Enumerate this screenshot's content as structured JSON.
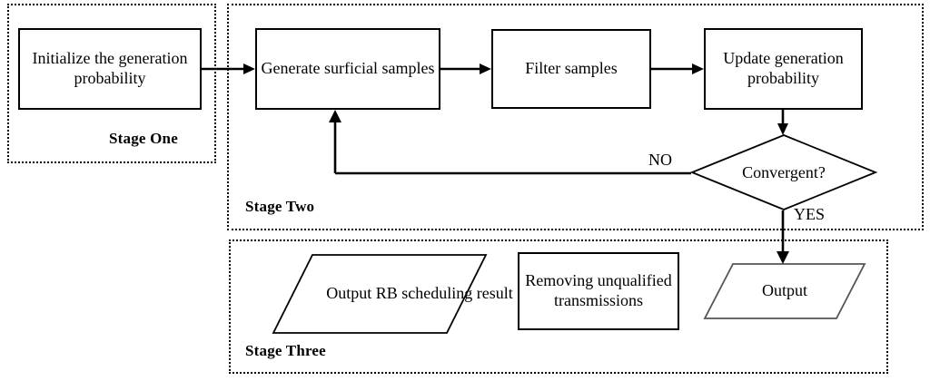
{
  "diagram": {
    "title": "Three-stage RB scheduling flowchart",
    "type": "flowchart",
    "background": "#ffffff",
    "line_color": "#000000"
  },
  "stages": [
    {
      "id": "stage-one",
      "label": "Stage One"
    },
    {
      "id": "stage-two",
      "label": "Stage Two"
    },
    {
      "id": "stage-three",
      "label": "Stage Three"
    }
  ],
  "nodes": {
    "initialize": {
      "label": "Initialize the generation probability",
      "shape": "process"
    },
    "generate": {
      "label": "Generate surficial samples",
      "shape": "process"
    },
    "filter": {
      "label": "Filter samples",
      "shape": "process"
    },
    "update": {
      "label": "Update generation probability",
      "shape": "process"
    },
    "convergent": {
      "label": "Convergent?",
      "shape": "decision"
    },
    "output_rb": {
      "label": "Output RB scheduling result",
      "shape": "data"
    },
    "removing": {
      "label": "Removing unqualified transmissions",
      "shape": "process"
    },
    "output": {
      "label": "Output",
      "shape": "data"
    }
  },
  "edge_labels": {
    "no": "NO",
    "yes": "YES"
  }
}
